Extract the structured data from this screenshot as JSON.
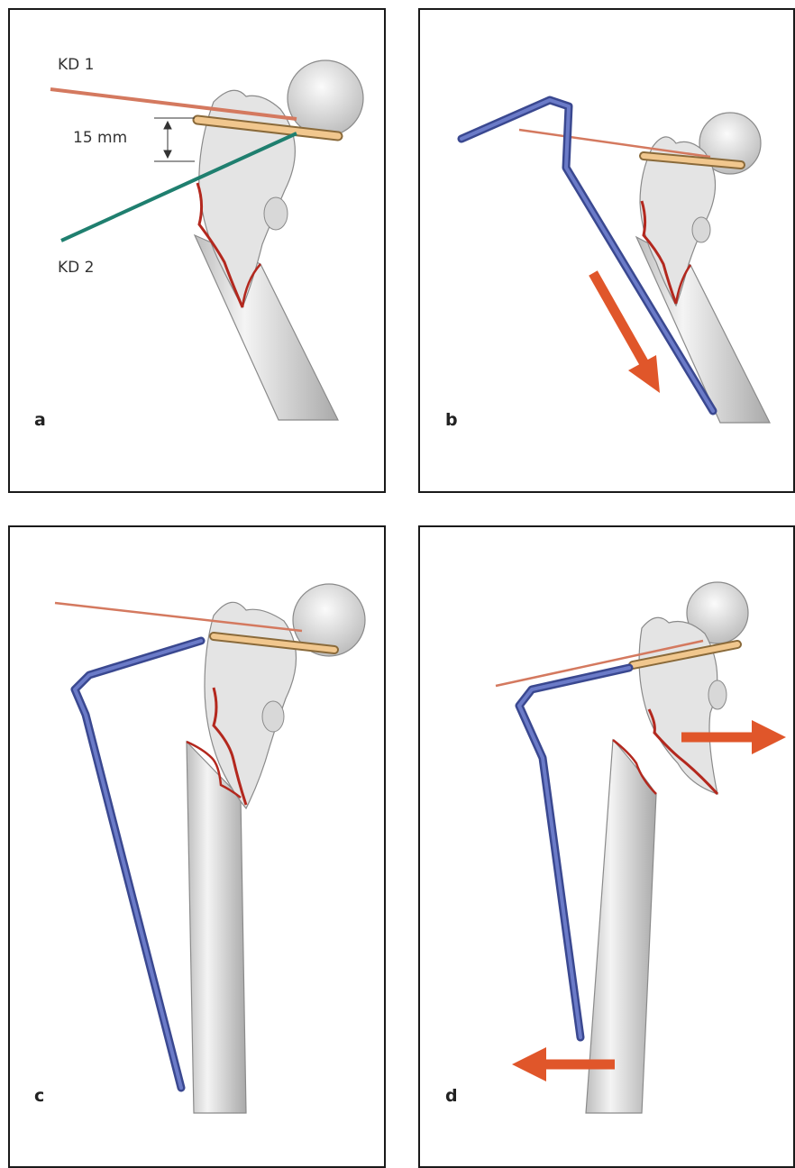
{
  "panels": [
    {
      "letter": "a"
    },
    {
      "letter": "b"
    },
    {
      "letter": "c"
    },
    {
      "letter": "d"
    }
  ],
  "annotations": {
    "kd1": "KD 1",
    "kd2": "KD 2",
    "distance": "15 mm"
  },
  "colors": {
    "bone_fill": "#e3e3e3",
    "bone_stroke": "#8a8a8a",
    "fracture_line": "#b3281e",
    "wire_kd1": "#d4795f",
    "wire_kd2": "#1f7f6f",
    "guide_rod": "#4b5aa8",
    "screw": "#f1c78e",
    "arrow": "#e0562a"
  },
  "icons": {
    "direction_arrows": [
      "arrow-down-right-icon",
      "arrow-right-icon",
      "arrow-left-icon"
    ]
  }
}
